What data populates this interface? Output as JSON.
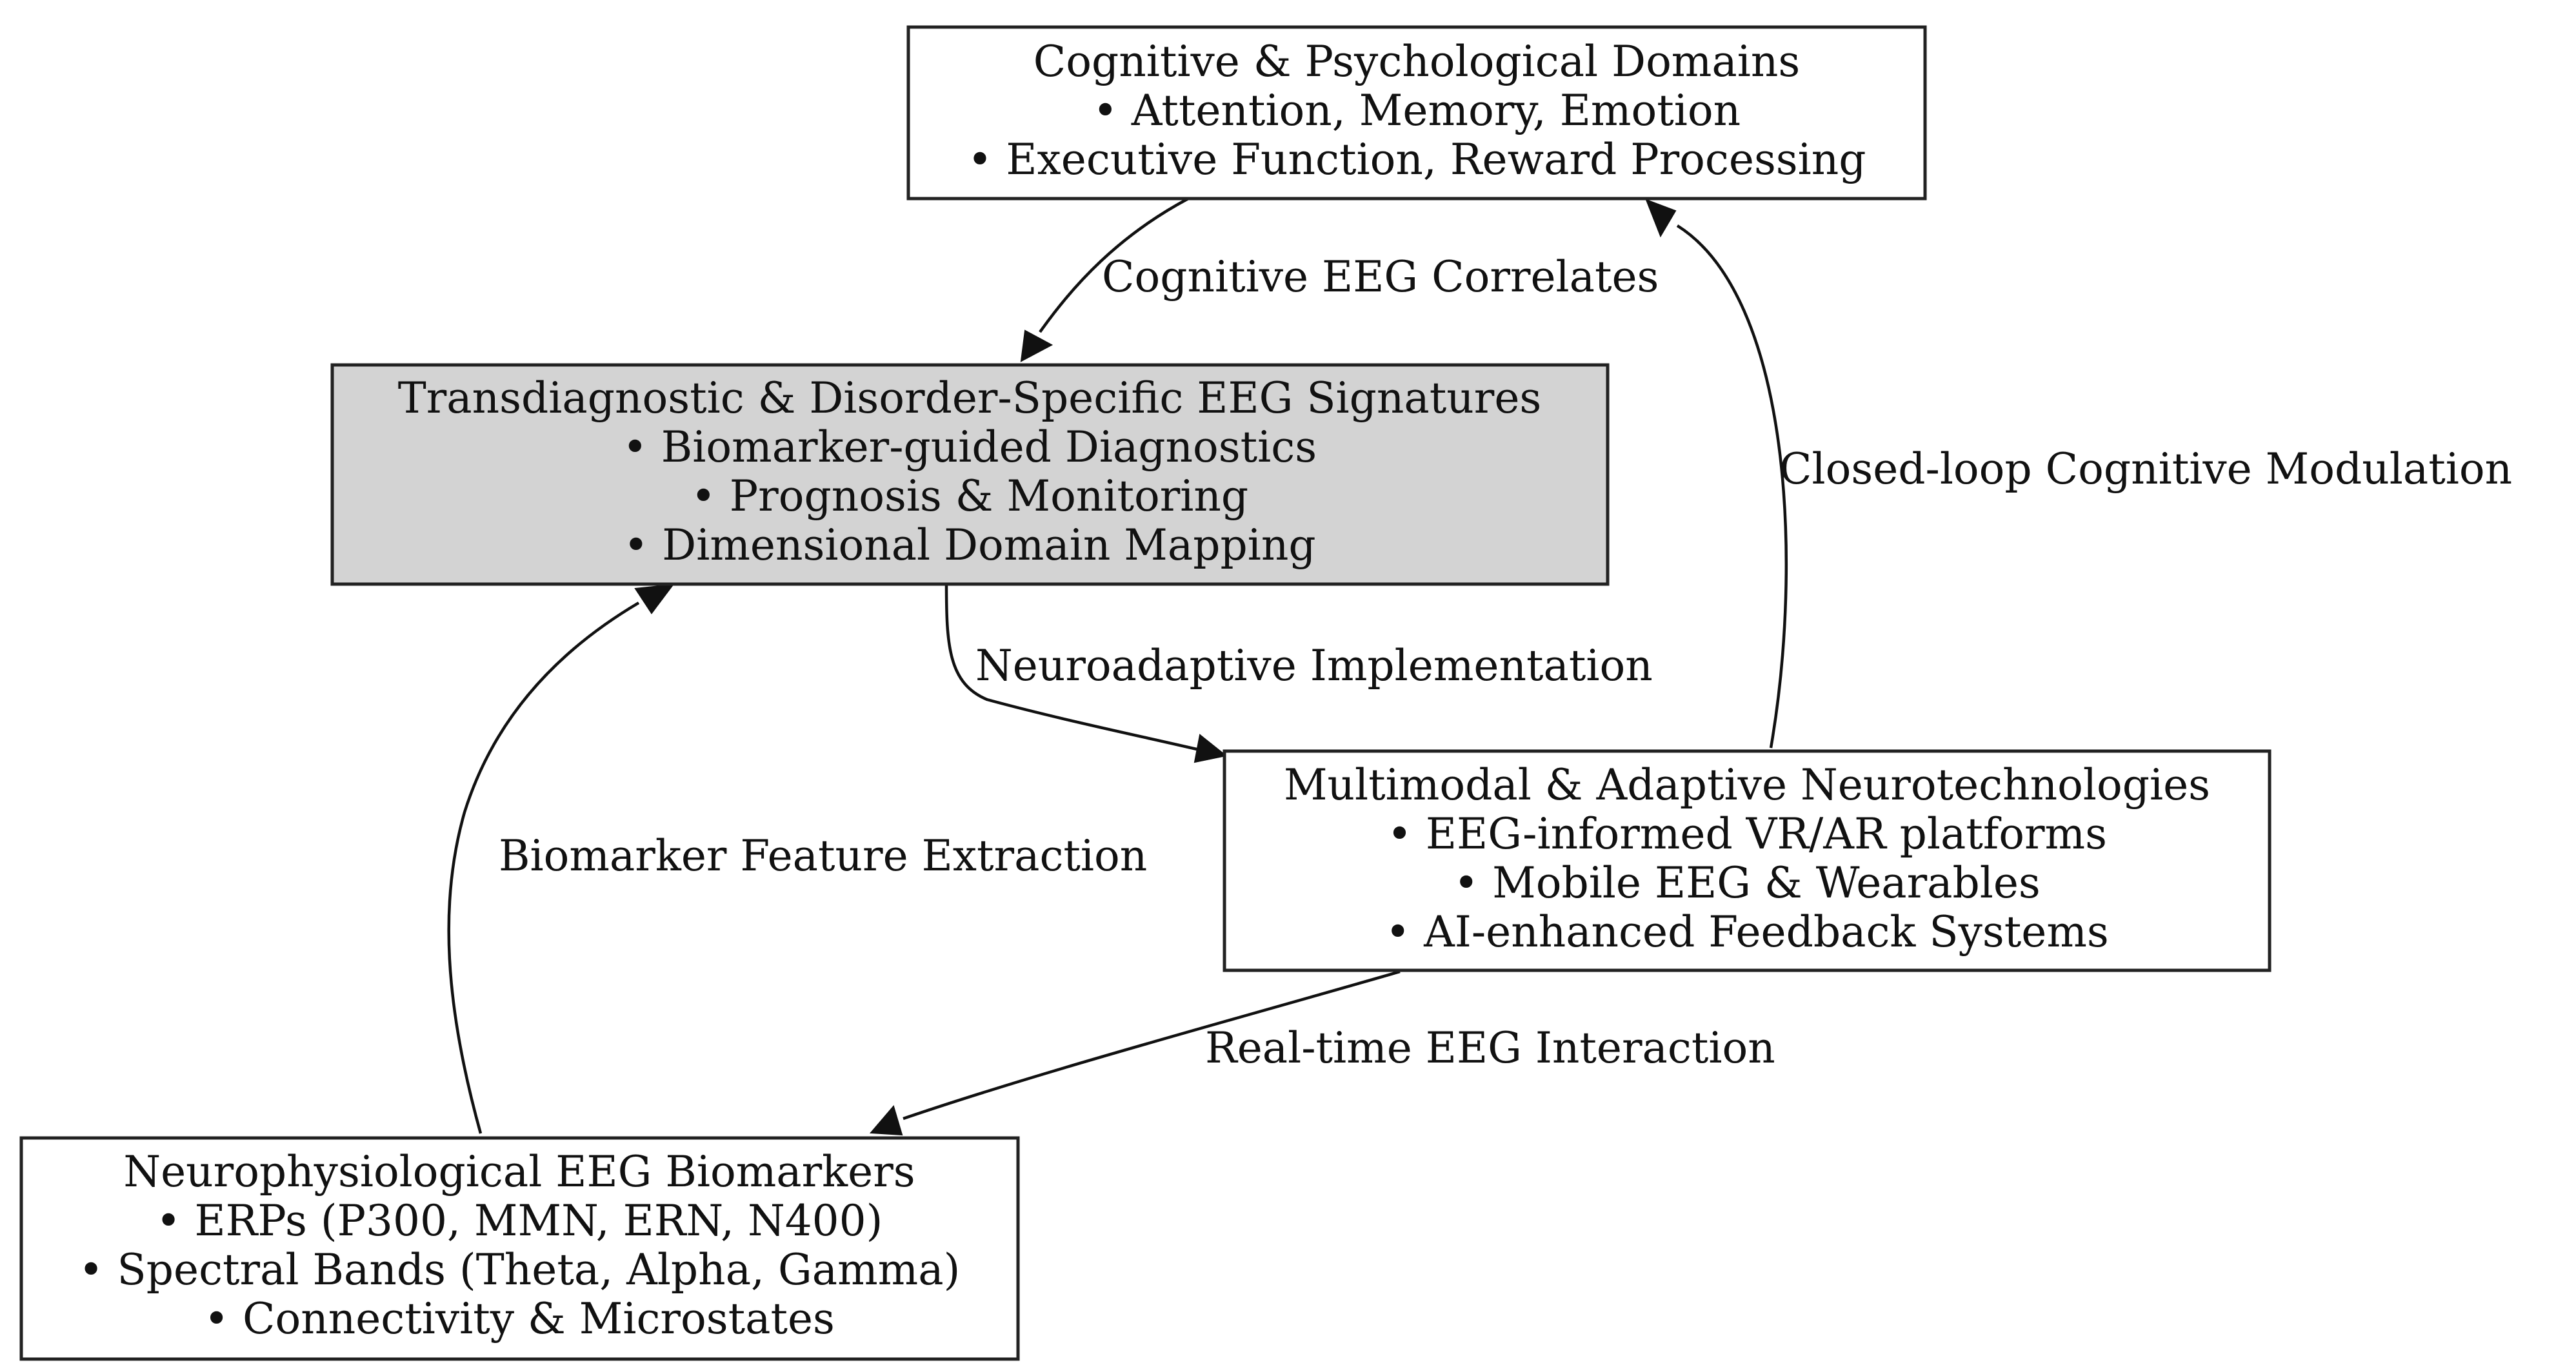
{
  "nodes": {
    "cognitive": {
      "title": "Cognitive & Psychological Domains",
      "items": [
        "• Attention, Memory, Emotion",
        "• Executive Function, Reward Processing"
      ],
      "fill": "#ffffff"
    },
    "transdiagnostic": {
      "title": "Transdiagnostic & Disorder-Specific EEG Signatures",
      "items": [
        "• Biomarker-guided Diagnostics",
        "• Prognosis & Monitoring",
        "• Dimensional Domain Mapping"
      ],
      "fill": "#d3d3d3"
    },
    "multimodal": {
      "title": "Multimodal & Adaptive Neurotechnologies",
      "items": [
        "• EEG-informed VR/AR platforms",
        "• Mobile EEG & Wearables",
        "• AI-enhanced Feedback Systems"
      ],
      "fill": "#ffffff"
    },
    "neurophysiological": {
      "title": "Neurophysiological EEG Biomarkers",
      "items": [
        "• ERPs (P300, MMN, ERN, N400)",
        "• Spectral Bands (Theta, Alpha, Gamma)",
        "• Connectivity & Microstates"
      ],
      "fill": "#ffffff"
    }
  },
  "edges": {
    "cognitive_to_transdiagnostic": "Cognitive EEG Correlates",
    "transdiagnostic_to_multimodal": "Neuroadaptive Implementation",
    "multimodal_to_cognitive": "Closed-loop Cognitive Modulation",
    "multimodal_to_neurophysiological": "Real-time EEG Interaction",
    "neurophysiological_to_transdiagnostic": "Biomarker Feature Extraction"
  }
}
